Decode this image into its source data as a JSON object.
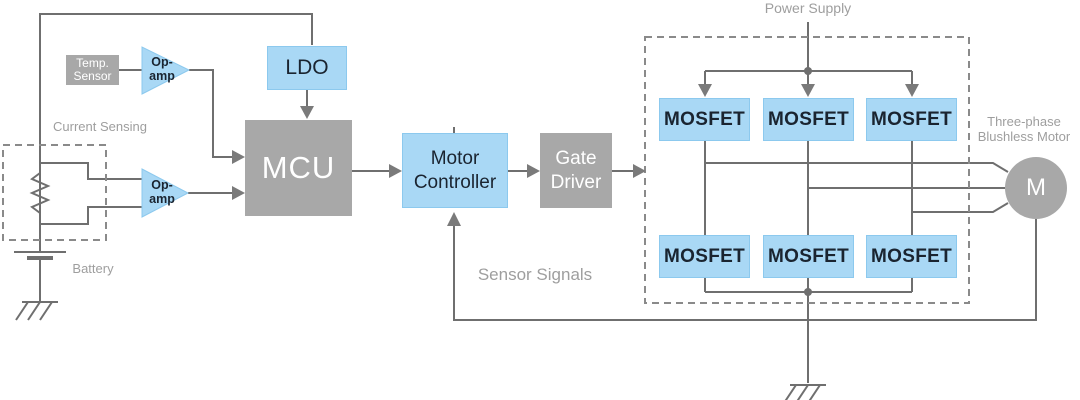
{
  "colors": {
    "accent_blue": "#A9D8F5",
    "blue_border": "#8CC9EE",
    "box_gray": "#A8A8A8",
    "wire_gray": "#6F6F6F",
    "arrow_gray": "#7A7A7A",
    "dashed_gray": "#8A8A8A",
    "label_gray": "#9E9E9E",
    "dark_text": "#1A2430",
    "white_text": "#FFFFFF"
  },
  "labels": {
    "power_supply": "Power Supply",
    "current_sensing": "Current Sensing",
    "battery": "Battery",
    "sensor_signals": "Sensor Signals",
    "motor_caption_line1": "Three-phase",
    "motor_caption_line2": "Blushless Motor"
  },
  "blocks": {
    "temp_sensor": {
      "line1": "Temp.",
      "line2": "Sensor"
    },
    "opamp_top": {
      "line1": "Op-",
      "line2": "amp"
    },
    "opamp_bottom": {
      "line1": "Op-",
      "line2": "amp"
    },
    "ldo": {
      "label": "LDO"
    },
    "mcu": {
      "label": "MCU"
    },
    "motor_controller": {
      "line1": "Motor",
      "line2": "Controller"
    },
    "gate_driver": {
      "line1": "Gate",
      "line2": "Driver"
    },
    "motor": {
      "label": "M"
    }
  },
  "bridge": {
    "mosfets": [
      {
        "label": "MOSFET"
      },
      {
        "label": "MOSFET"
      },
      {
        "label": "MOSFET"
      },
      {
        "label": "MOSFET"
      },
      {
        "label": "MOSFET"
      },
      {
        "label": "MOSFET"
      }
    ]
  }
}
